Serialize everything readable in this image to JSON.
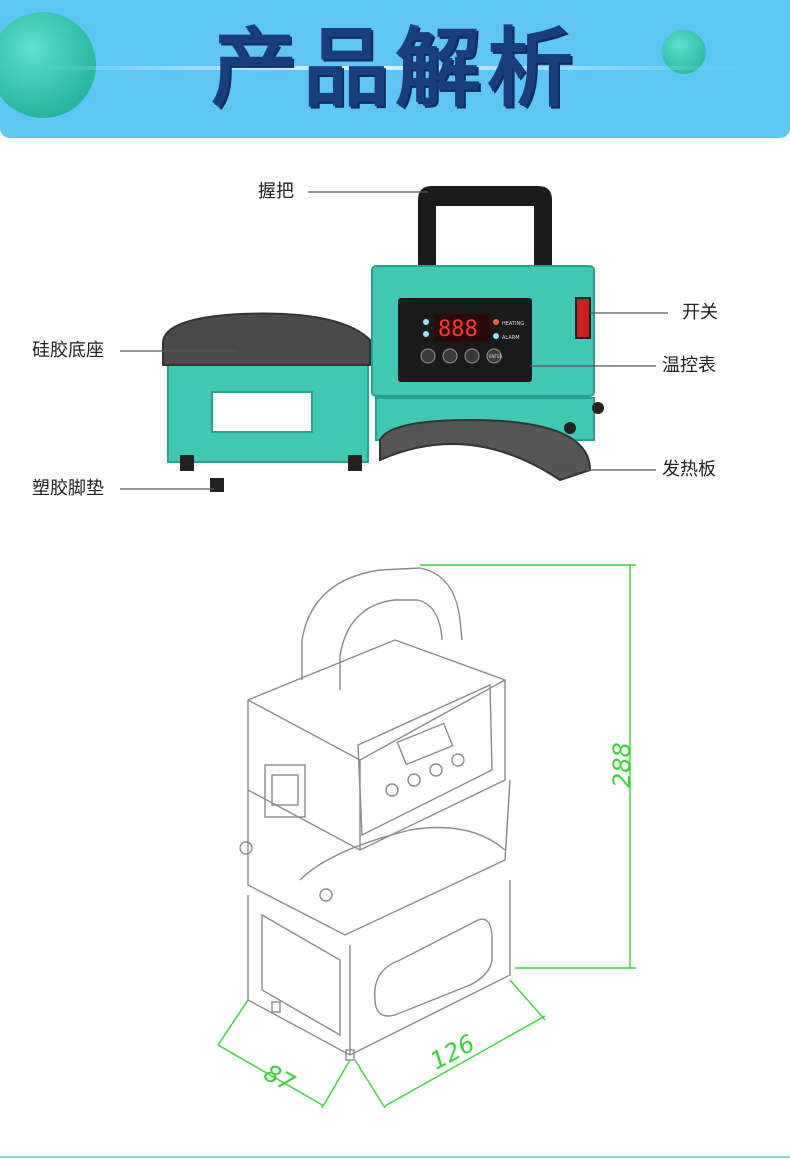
{
  "banner": {
    "title": "产品解析"
  },
  "callouts": {
    "handle": "握把",
    "switch": "开关",
    "silicone_base": "硅胶底座",
    "thermostat": "温控表",
    "heating_plate": "发热板",
    "rubber_feet": "塑胶脚垫"
  },
  "panel": {
    "display_readout": "888",
    "heating_label": "HEATING",
    "alarm_label": "ALARM",
    "enter_label": "ENTER"
  },
  "dimensions": {
    "height": "288",
    "depth": "87",
    "width": "126"
  },
  "colors": {
    "banner_bg": "#5ec6f5",
    "title_text": "#1a3d7c",
    "machine_teal": "#3fc9b4",
    "dimension_green": "#3ad13a"
  }
}
